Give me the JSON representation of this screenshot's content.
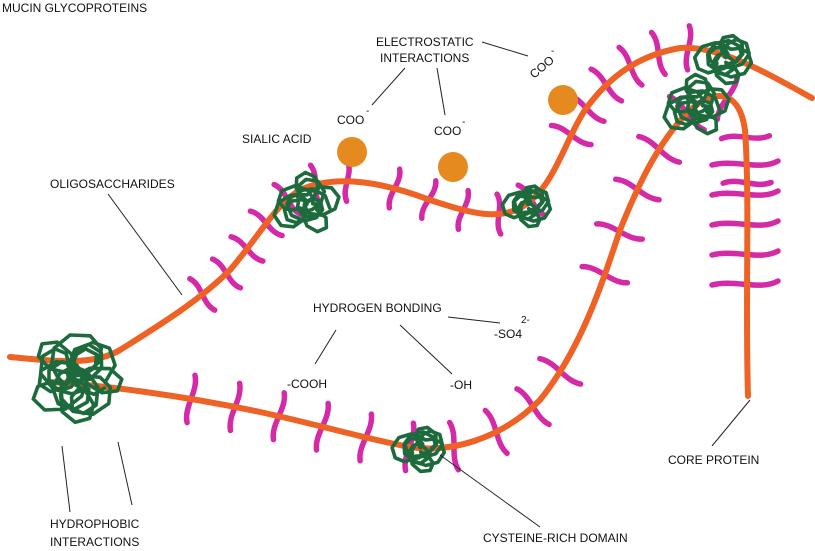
{
  "title": "MUCIN GLYCOPROTEINS",
  "labels": {
    "electrostatic_line1": "ELECTROSTATIC",
    "electrostatic_line2": "INTERACTIONS",
    "sialic_acid": "SIALIC ACID",
    "oligosaccharides": "OLIGOSACCHARIDES",
    "hydrogen_bonding": "HYDROGEN BONDING",
    "core_protein": "CORE PROTEIN",
    "hydrophobic_line1": "HYDROPHOBIC",
    "hydrophobic_line2": "INTERACTIONS",
    "cysteine_rich": "CYSTEINE-RICH DOMAIN"
  },
  "groups": {
    "carboxylate": "COO",
    "carboxylate_charge": "-",
    "carboxyl": "-COOH",
    "hydroxyl": "-OH",
    "sulfate": "-SO4",
    "sulfate_charge": "2-"
  },
  "colors": {
    "core_protein": "#ee6325",
    "oligosaccharide": "#d42aa8",
    "cysteine_domain": "#1d6b3c",
    "sialic_acid": "#e48a1e",
    "text": "#111111"
  }
}
